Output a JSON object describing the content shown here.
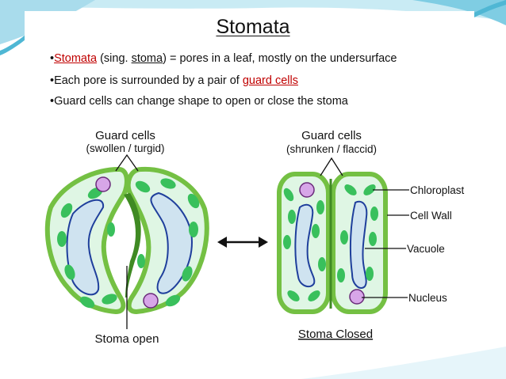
{
  "slide": {
    "title": "Stomata",
    "bullets": [
      {
        "prefix": "•",
        "term": "Stomata",
        "middle": " (sing. ",
        "term2": "stoma",
        "suffix": ") = pores in a leaf, mostly on the undersurface"
      },
      {
        "prefix": "•Each pore is surrounded by a pair of ",
        "term": "guard cells"
      },
      {
        "text": "•Guard cells can change shape to open or close the stoma"
      }
    ]
  },
  "diagram": {
    "open_stoma": {
      "label_line1": "Guard cells",
      "label_line2": "(swollen / turgid)",
      "caption": "Stoma open"
    },
    "closed_stoma": {
      "label_line1": "Guard cells",
      "label_line2": "(shrunken / flaccid)",
      "caption": "Stoma Closed"
    },
    "callouts": [
      "Chloroplast",
      "Cell Wall",
      "Vacuole",
      "Nucleus"
    ]
  },
  "colors": {
    "wall": "#74c043",
    "wall_dark": "#3f8a23",
    "cytoplasm": "#dff6e4",
    "vacuole": "#cfe3f0",
    "vacuole_outline": "#1f3f9c",
    "chloroplast": "#39c05c",
    "nucleus": "#d7a6e8",
    "title_red": "#c00000",
    "accent_teal": "#4fb7d4"
  }
}
